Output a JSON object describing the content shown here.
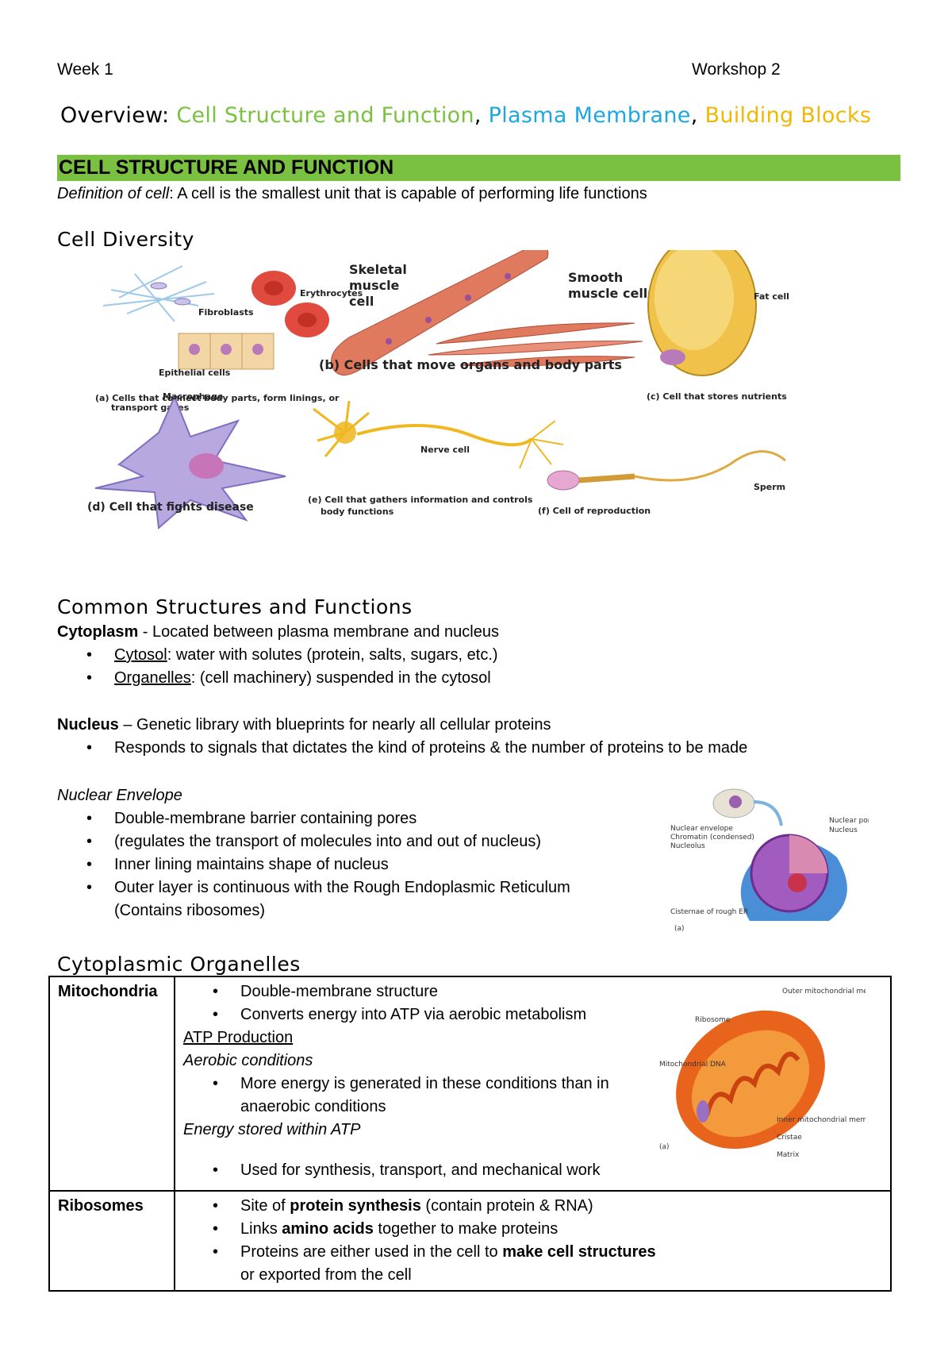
{
  "header": {
    "left": "Week 1",
    "right": "Workshop 2"
  },
  "overview": {
    "prefix": "Overview:",
    "topic1": "Cell Structure and Function",
    "sep1": ",",
    "topic2": "Plasma Membrane",
    "sep2": ",",
    "topic3": "Building Blocks",
    "colors": {
      "topic1": "#7ac142",
      "topic2": "#1ea7e0",
      "topic3": "#f2b705"
    }
  },
  "section": {
    "title": "CELL STRUCTURE AND FUNCTION",
    "definition_label": "Definition of cell",
    "definition_text": ": A cell is the smallest unit that is capable of performing life functions"
  },
  "cell_diversity": {
    "heading": "Cell Diversity",
    "figure": {
      "labels": {
        "fibroblasts": "Fibroblasts",
        "erythrocytes": "Erythrocytes",
        "epithelial": "Epithelial cells",
        "skeletal": [
          "Skeletal",
          "muscle",
          "cell"
        ],
        "smooth": [
          "Smooth",
          "muscle cells"
        ],
        "fat": "Fat cell",
        "macrophage": "Macrophage",
        "nerve": "Nerve cell",
        "sperm": "Sperm"
      },
      "captions": {
        "a": [
          "(a) Cells that connect body parts, form linings, or",
          "transport gases"
        ],
        "b": "(b) Cells that move organs and body parts",
        "c": "(c) Cell that stores nutrients",
        "d": "(d) Cell that fights disease",
        "e": [
          "(e) Cell that gathers information and controls",
          "body functions"
        ],
        "f": "(f) Cell of reproduction"
      }
    }
  },
  "common": {
    "heading": "Common Structures and Functions",
    "cytoplasm_label": "Cytoplasm",
    "cytoplasm_text": " - Located between plasma membrane and nucleus",
    "cytoplasm_items": [
      {
        "term": "Cytosol",
        "text": ": water with solutes (protein, salts, sugars, etc.)"
      },
      {
        "term": "Organelles",
        "text": ": (cell machinery) suspended in the cytosol"
      }
    ],
    "nucleus_label": "Nucleus",
    "nucleus_text": " – Genetic library with blueprints for nearly all cellular proteins",
    "nucleus_items": [
      "Responds to signals that dictates the kind of proteins & the number of proteins to be made"
    ],
    "envelope_heading": "Nuclear Envelope",
    "envelope_items": [
      "Double-membrane barrier containing pores",
      "(regulates the transport of molecules into and out of nucleus)",
      "Inner lining maintains shape of nucleus",
      "Outer layer is continuous with the Rough Endoplasmic Reticulum (Contains ribosomes)"
    ],
    "nucleus_figure": {
      "labels": [
        "Nuclear envelope",
        "Chromatin (condensed)",
        "Nucleolus",
        "Cisternae of rough ER",
        "Nuclear pores",
        "Nucleus"
      ],
      "panel": "(a)"
    }
  },
  "organelles": {
    "heading": "Cytoplasmic Organelles",
    "rows": [
      {
        "name": "Mitochondria",
        "items1": [
          "Double-membrane structure",
          "Converts energy into ATP via aerobic metabolism"
        ],
        "sub_heading": "ATP Production",
        "sub_italic1": "Aerobic conditions",
        "items2": [
          "More energy is generated in these conditions than in anaerobic conditions"
        ],
        "sub_italic2": "Energy stored within ATP",
        "items3": [
          "Used for synthesis, transport, and mechanical work"
        ],
        "figure_labels": [
          "Outer mitochondrial membrane",
          "Ribosome",
          "Mitochondrial DNA",
          "Inner mitochondrial membrane",
          "Cristae",
          "Matrix"
        ],
        "figure_panel": "(a)"
      },
      {
        "name": "Ribosomes",
        "items": [
          {
            "pre": "Site of ",
            "bold": "protein synthesis",
            "post": " (contain protein & RNA)"
          },
          {
            "pre": "Links ",
            "bold": "amino acids",
            "post": " together to make proteins"
          },
          {
            "pre": "Proteins are either used in the cell to ",
            "bold": "make cell structures",
            "post": " or exported from the cell"
          }
        ]
      }
    ]
  }
}
